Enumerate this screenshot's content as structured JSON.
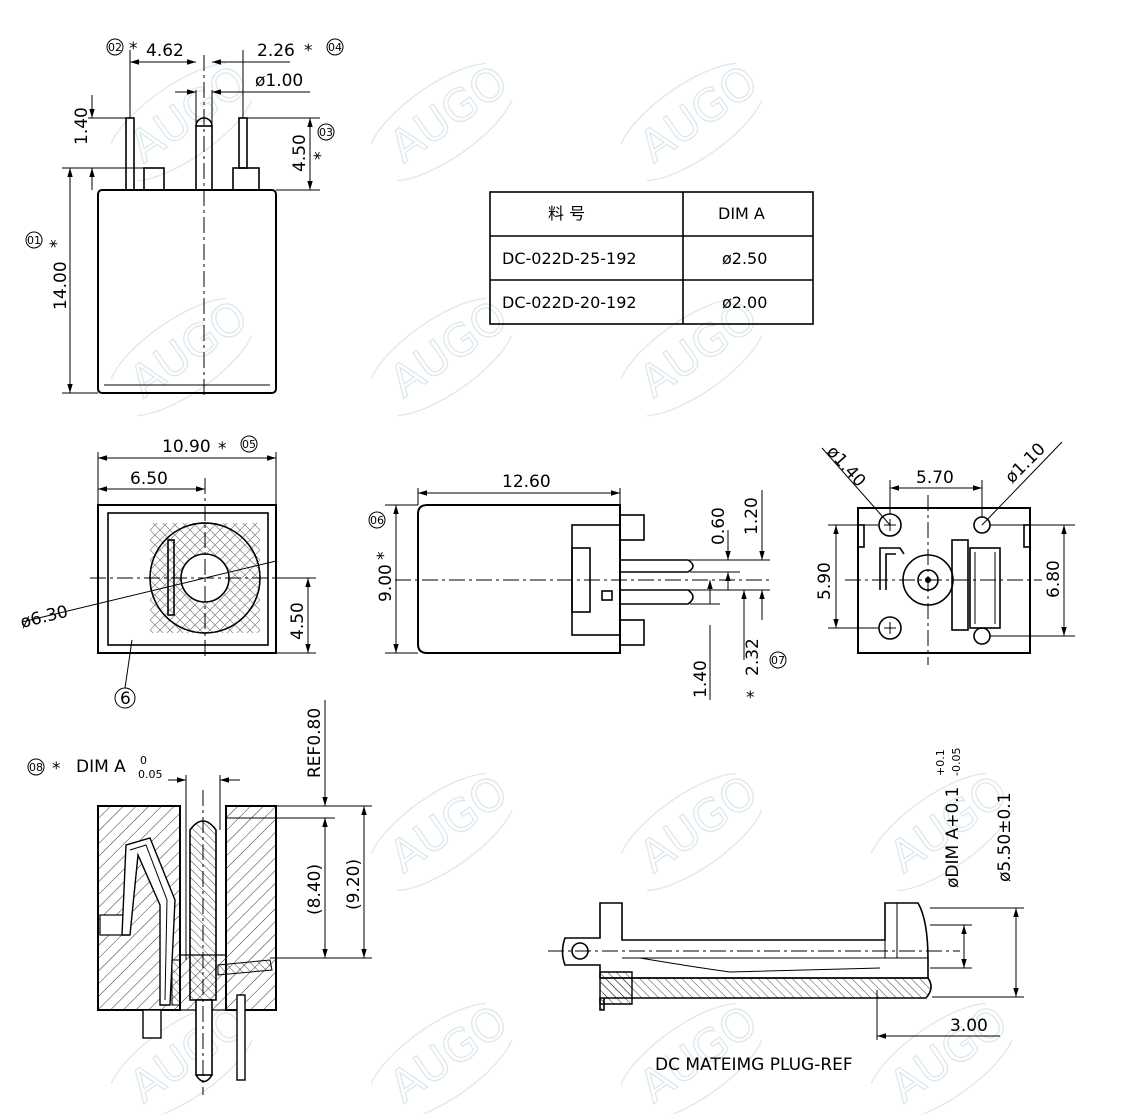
{
  "watermark": "AUGO",
  "table": {
    "header": [
      "料 号",
      "DIM A"
    ],
    "rows": [
      [
        "DC-022D-25-192",
        "ø2.50"
      ],
      [
        "DC-022D-20-192",
        "ø2.00"
      ]
    ]
  },
  "callouts": [
    "02",
    "03",
    "04",
    "01",
    "05",
    "6",
    "06",
    "07",
    "08"
  ],
  "star": "*",
  "dims": {
    "d462": "4.62",
    "d226": "2.26",
    "d100": "ø1.00",
    "d140top": "1.40",
    "d450top": "4.50",
    "d1400": "14.00",
    "d1090": "10.90",
    "d650": "6.50",
    "d630": "ø6.30",
    "d450": "4.50",
    "d1260": "12.60",
    "d900": "9.00",
    "d060": "0.60",
    "d120": "1.20",
    "d140side": "1.40",
    "d232": "2.32",
    "d140hole": "ø1.40",
    "d110hole": "ø1.10",
    "d570": "5.70",
    "d590": "5.90",
    "d680": "6.80",
    "dimA": "DIM A",
    "dimA_tol_up": "0",
    "dimA_tol_dn": "0.05",
    "ref080": "REF0.80",
    "d840": "(8.40)",
    "d920": "(9.20)",
    "dimAplus": "øDIM A+0.1",
    "dimAplus_up": "+0.1",
    "dimAplus_dn": "-0.05",
    "d550": "ø5.50±0.1",
    "d300": "3.00"
  },
  "caption": "DC MATEIMG PLUG-REF"
}
